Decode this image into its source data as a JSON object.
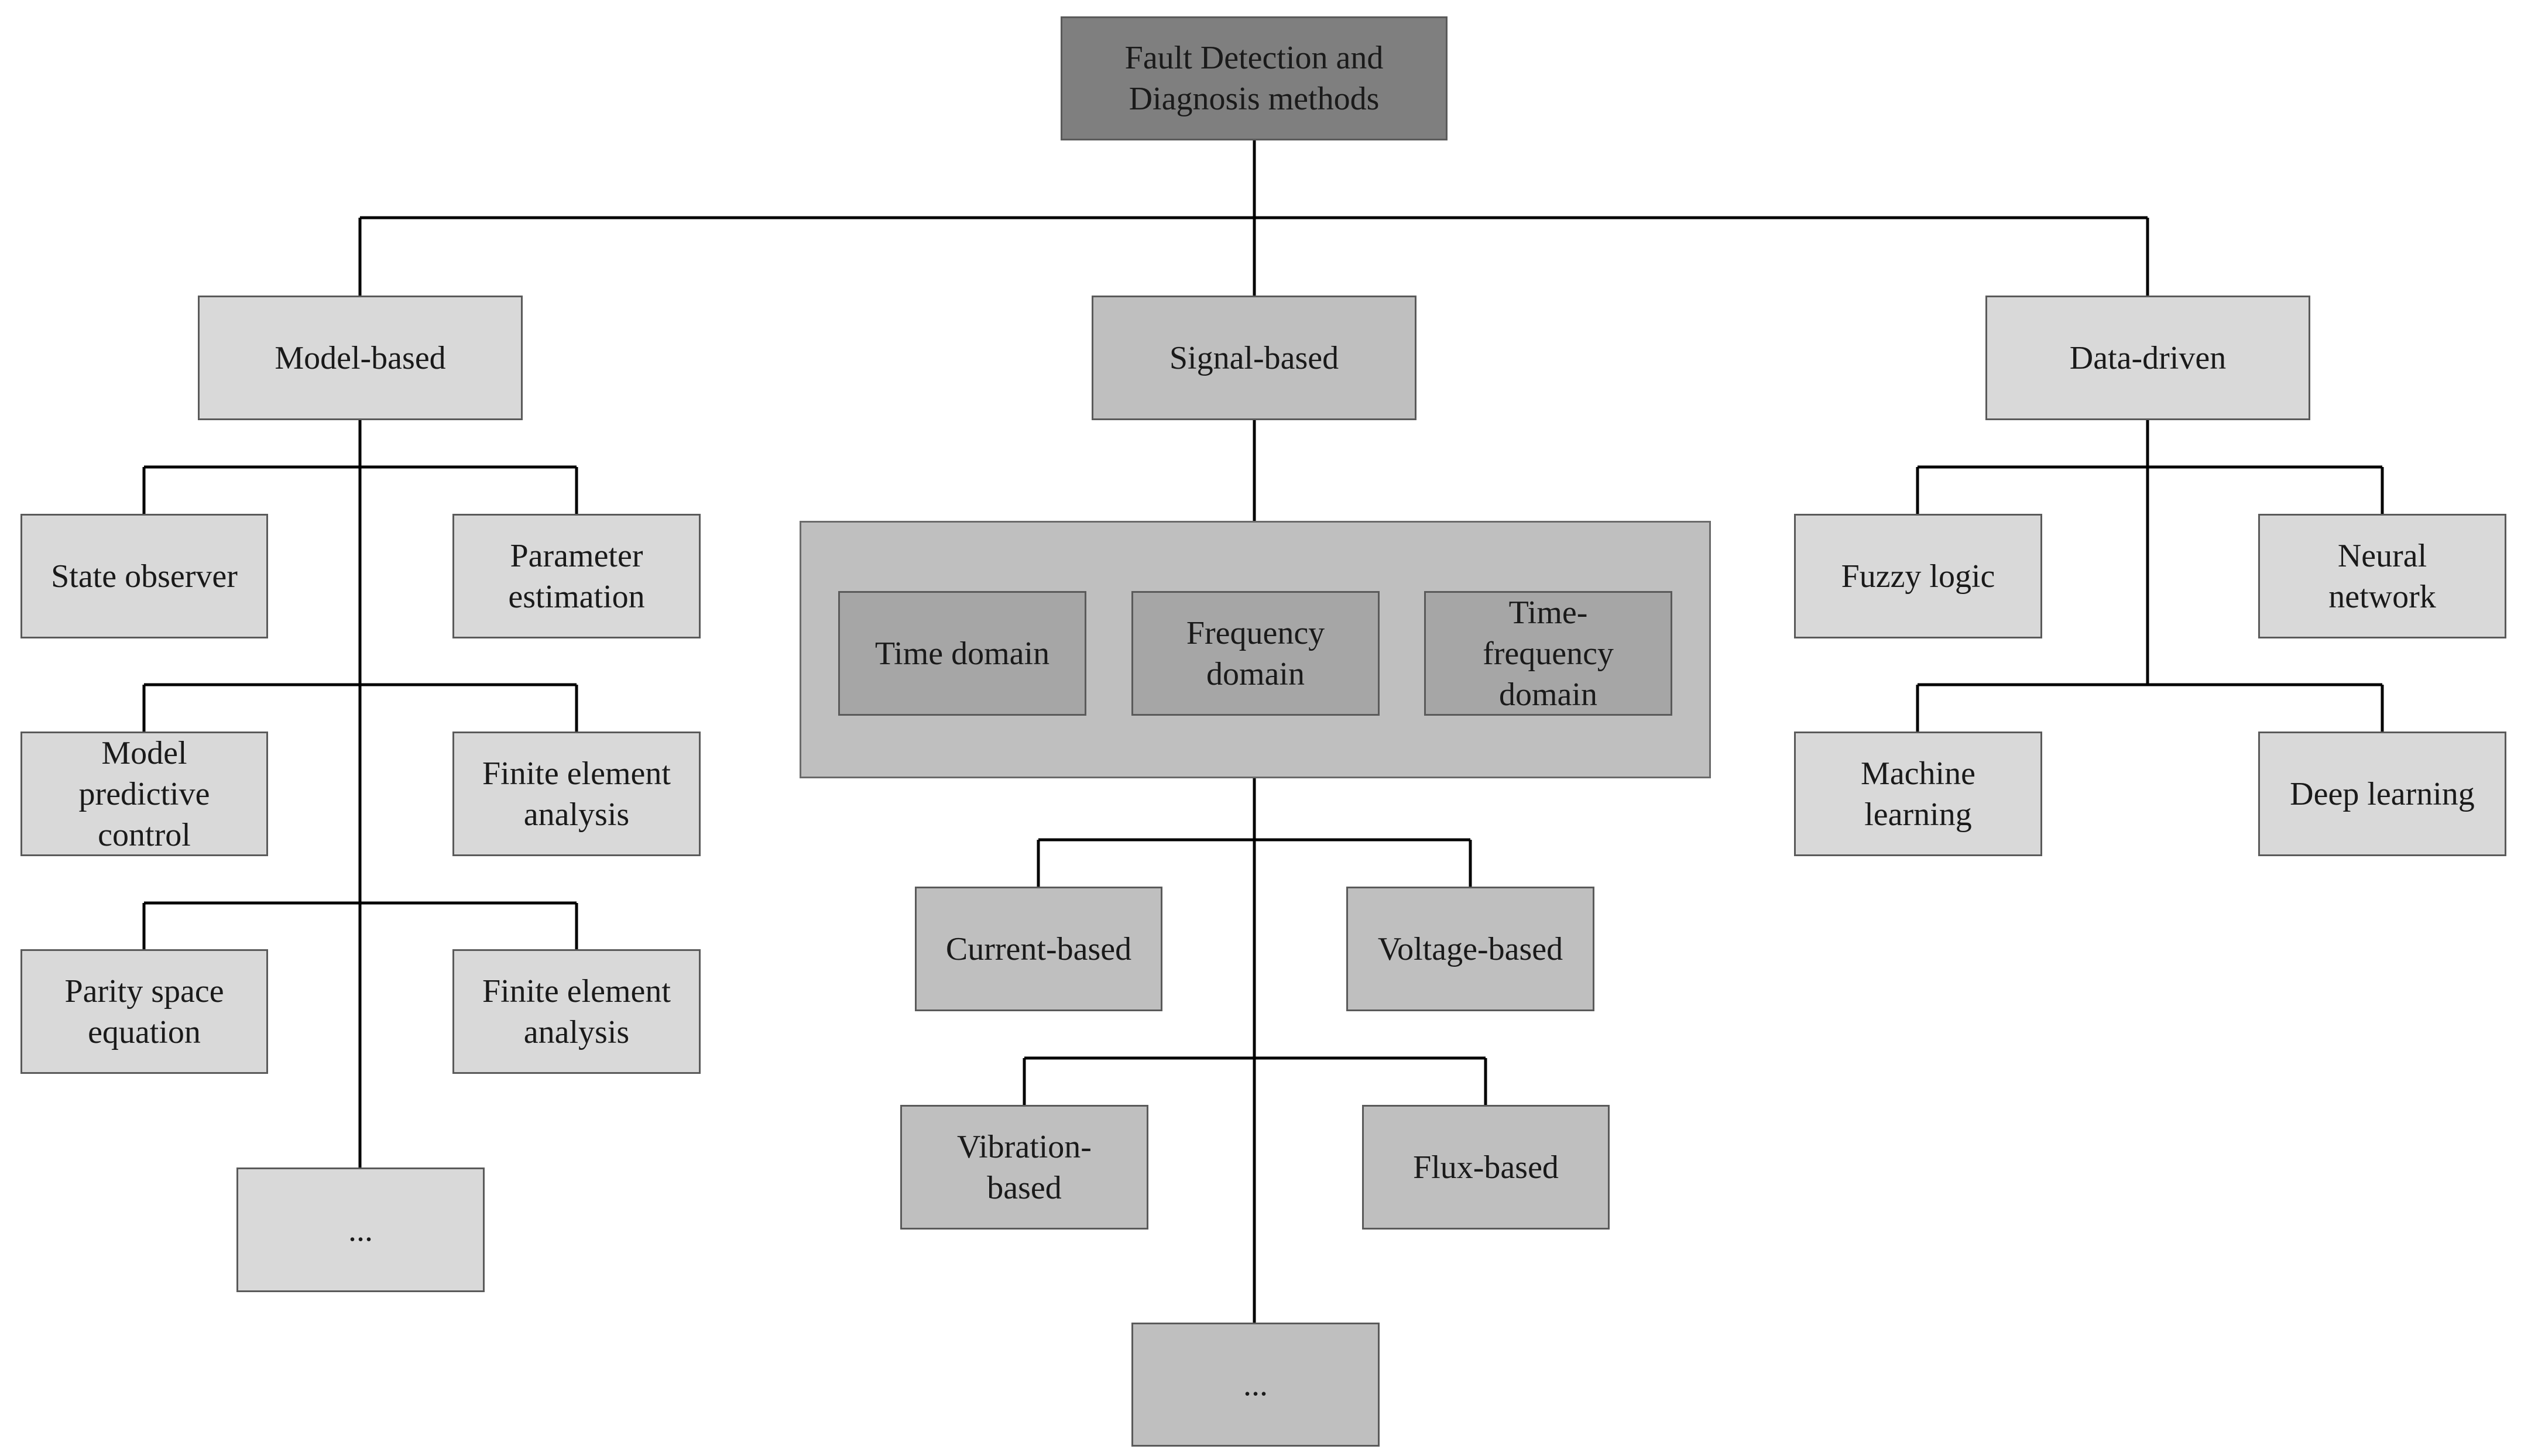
{
  "root": {
    "label": "Fault Detection and\nDiagnosis methods"
  },
  "model_based": {
    "label": "Model-based",
    "children": [
      "State observer",
      "Parameter\nestimation",
      "Model\npredictive\ncontrol",
      "Finite element\nanalysis",
      "Parity space\nequation",
      "Finite element\nanalysis",
      "..."
    ]
  },
  "signal_based": {
    "label": "Signal-based",
    "domains": [
      "Time domain",
      "Frequency\ndomain",
      "Time-\nfrequency\ndomain"
    ],
    "children": [
      "Current-based",
      "Voltage-based",
      "Vibration-\nbased",
      "Flux-based",
      "..."
    ]
  },
  "data_driven": {
    "label": "Data-driven",
    "children": [
      "Fuzzy logic",
      "Neural\nnetwork",
      "Machine\nlearning",
      "Deep learning"
    ]
  }
}
